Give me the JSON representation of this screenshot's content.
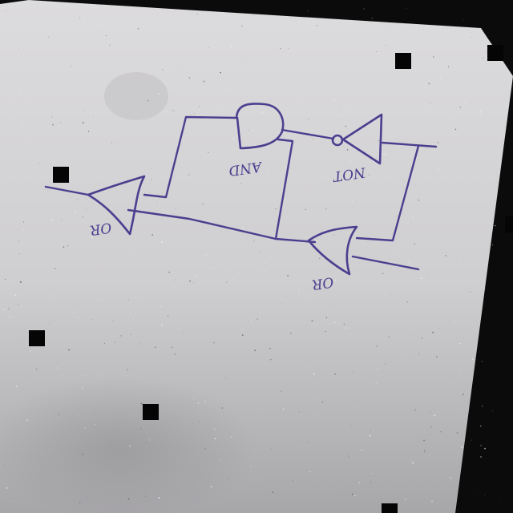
{
  "colors": {
    "background": "#0b0b0c",
    "paper": "#d2d1d3",
    "paper_shadow": "#a9a8ab",
    "ink": "#4a3f8f",
    "mask": "#050505"
  },
  "gates": {
    "and_label": "AND",
    "not_label": "NOT",
    "or_top_label": "OR",
    "or_bottom_label": "OR"
  }
}
